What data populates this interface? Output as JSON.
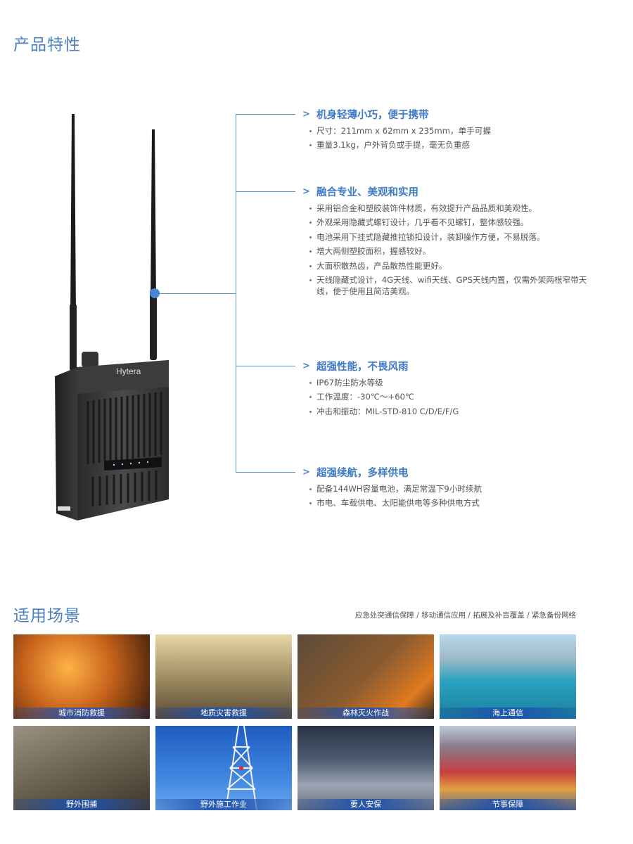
{
  "titles": {
    "features": "产品特性",
    "scenarios": "适用场景"
  },
  "device": {
    "brand": "Hytera"
  },
  "features": [
    {
      "title": "机身轻薄小巧，便于携带",
      "items": [
        "尺寸：211mm x 62mm x 235mm，单手可握",
        "重量3.1kg，户外背负或手提，毫无负重感"
      ]
    },
    {
      "title": "融合专业、美观和实用",
      "items": [
        "采用铝合金和塑胶装饰件材质，有效提升产品品质和美观性。",
        "外观采用隐藏式螺钉设计，几乎看不见螺钉，整体感较强。",
        "电池采用下挂式隐藏推拉锁扣设计，装卸操作方便，不易脱落。",
        "增大两侧塑胶面积，握感较好。",
        "大面积散热齿，产品散热性能更好。",
        "天线隐藏式设计，4G天线、wifi天线、GPS天线内置，仅需外架两根窄带天线，便于使用且简洁美观。"
      ]
    },
    {
      "title": "超强性能，不畏风雨",
      "items": [
        "IP67防尘防水等级",
        "工作温度：-30℃～+60℃",
        "冲击和振动：MIL-STD-810 C/D/E/F/G"
      ]
    },
    {
      "title": "超强续航，多样供电",
      "items": [
        "配备144WH容量电池，满足常温下9小时续航",
        "市电、车载供电、太阳能供电等多种供电方式"
      ]
    }
  ],
  "scenarios": {
    "subtitle": "应急处突通信保障 / 移动通信应用 / 拓展及补盲覆盖 / 紧急备份网络",
    "tiles": [
      {
        "caption": "城市消防救援",
        "color": "#c9641c"
      },
      {
        "caption": "地质灾害救援",
        "color": "#8a7a55"
      },
      {
        "caption": "森林灭火作战",
        "color": "#6a4a2e"
      },
      {
        "caption": "海上通信",
        "color": "#2f8fb0"
      },
      {
        "caption": "野外围捕",
        "color": "#6b6350"
      },
      {
        "caption": "野外施工作业",
        "color": "#2f6fd0"
      },
      {
        "caption": "要人安保",
        "color": "#4d5a70"
      },
      {
        "caption": "节事保障",
        "color": "#a03a3a"
      }
    ]
  }
}
